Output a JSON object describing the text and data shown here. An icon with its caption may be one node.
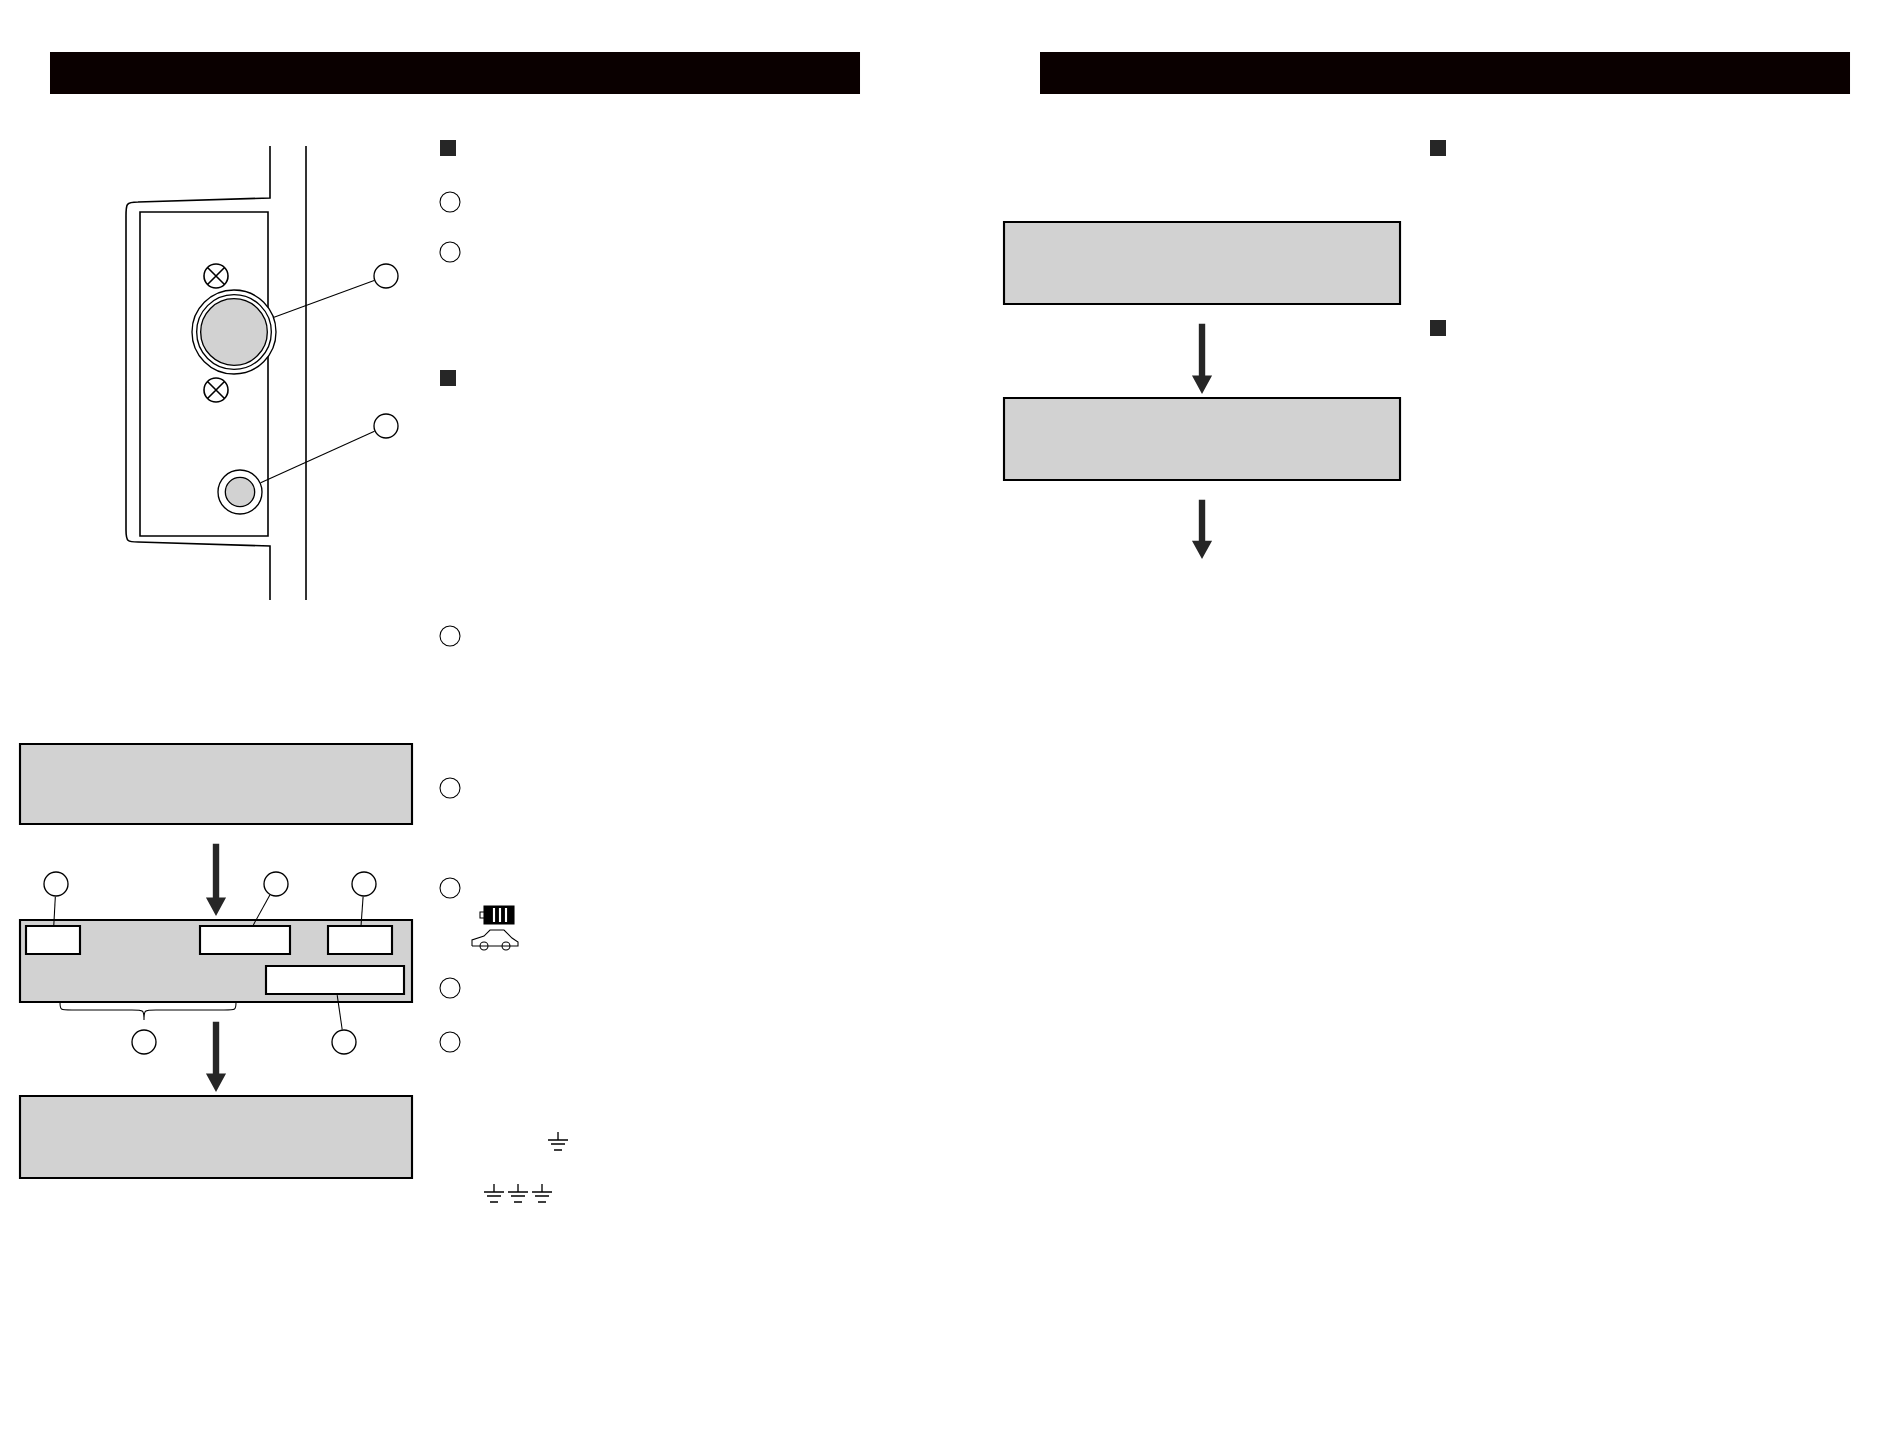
{
  "diagram": {
    "nodes": [
      {
        "text": [],
        "shape": "circle"
      },
      {
        "text": [],
        "shape": "circle"
      },
      {
        "text": [],
        "shape": "circle"
      },
      {
        "text": [],
        "shape": "circle"
      },
      {
        "text": [],
        "shape": "box"
      },
      {
        "text": [],
        "shape": "circle"
      },
      {
        "text": [],
        "shape": "circle"
      },
      {
        "text": [],
        "shape": "circle"
      },
      {
        "text": [],
        "shape": "box"
      },
      {
        "text": [],
        "shape": "box",
        "in": 8
      },
      {
        "text": [],
        "shape": "box",
        "in": 8
      },
      {
        "text": [],
        "shape": "box",
        "in": 8
      },
      {
        "text": [],
        "shape": "box",
        "in": 8
      },
      {
        "text": [],
        "shape": "circle"
      },
      {
        "text": [],
        "shape": "circle"
      },
      {
        "text": [],
        "shape": "box"
      },
      {
        "text": [],
        "shape": "box"
      },
      {
        "text": [],
        "shape": "box"
      }
    ],
    "edges": [
      {
        "from": 0,
        "to": 1,
        "arrow": "none"
      },
      {
        "from": 2,
        "to": 3,
        "arrow": "none"
      },
      {
        "from": 5,
        "to": 9,
        "arrow": "none"
      },
      {
        "from": 6,
        "to": 10,
        "arrow": "none"
      },
      {
        "from": 7,
        "to": 11,
        "arrow": "none"
      },
      {
        "from": 14,
        "to": 12,
        "arrow": "none"
      },
      {
        "from": 4,
        "to": 8,
        "arrow": "to",
        "style": "thick"
      },
      {
        "from": 8,
        "to": 15,
        "arrow": "to",
        "style": "thick"
      },
      {
        "from": 16,
        "to": 17,
        "arrow": "to",
        "style": "thick"
      },
      {
        "from": 17,
        "to": null,
        "arrow": "to",
        "style": "thick"
      }
    ]
  }
}
